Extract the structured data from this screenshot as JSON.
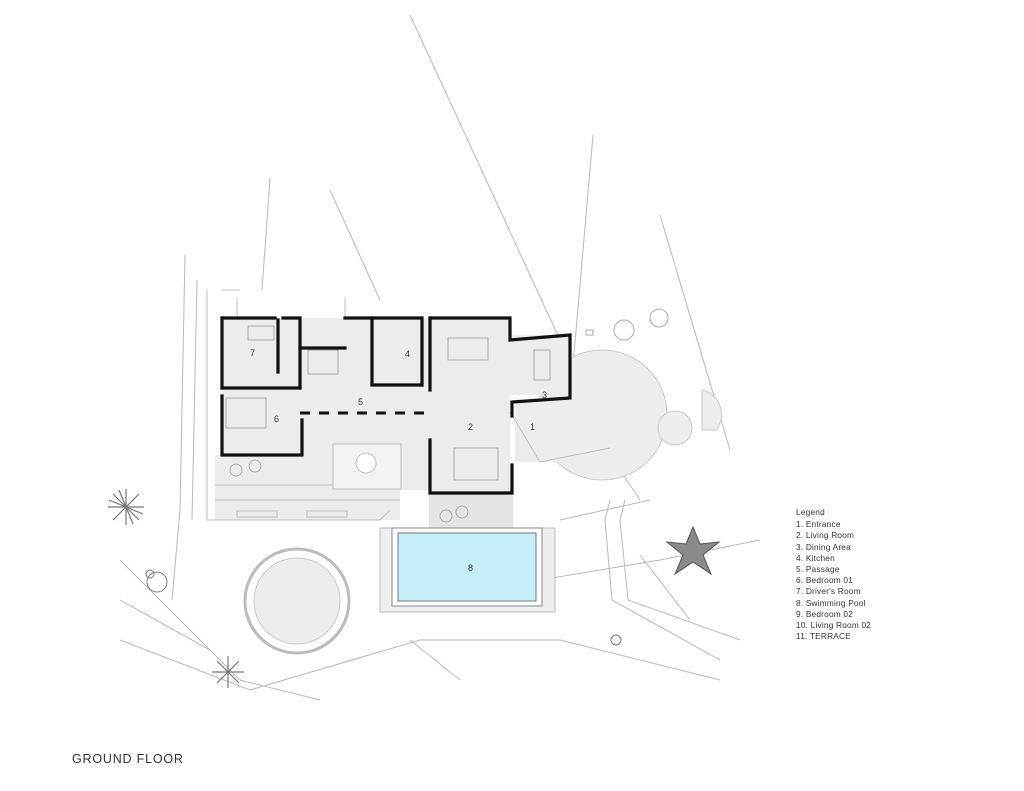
{
  "title": "GROUND FLOOR",
  "legend": {
    "title": "Legend",
    "items": [
      "1. Entrance",
      "2. Living Room",
      "3. Dining Area",
      "4. Kitchen",
      "5. Passage",
      "6. Bedroom 01",
      "7. Driver's Room",
      "8. Swimming Pool",
      "9. Bedroom 02",
      "10. Living Room 02",
      "11. TERRACE"
    ]
  },
  "rooms": {
    "r1": "1",
    "r2": "2",
    "r3": "3",
    "r4": "4",
    "r5": "5",
    "r6": "6",
    "r7": "7",
    "r8": "8"
  },
  "colors": {
    "wall": "#111111",
    "floor": "#ececec",
    "site_line": "#b3b3b3",
    "pool": "#c6eef8",
    "plant": "#777777"
  }
}
